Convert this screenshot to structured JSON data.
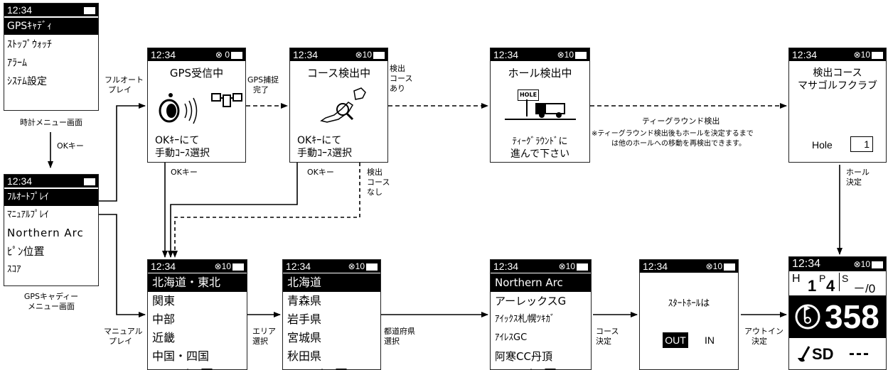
{
  "clock_menu": {
    "time": "12:34",
    "items": [
      "GPSｷｬﾃﾞｨ",
      "ｽﾄｯﾌﾟｳｫｯﾁ",
      "ｱﾗｰﾑ",
      "ｼｽﾃﾑ設定"
    ],
    "caption": "時計メニュー画面"
  },
  "caddy_menu": {
    "time": "12:34",
    "items": [
      "ﾌﾙｵｰﾄﾌﾟﾚｲ",
      "ﾏﾆｭｱﾙﾌﾟﾚｲ",
      "Northern Arc",
      "ﾋﾟﾝ位置",
      "ｽｺｱ"
    ],
    "caption_line1": "GPSキャディー",
    "caption_line2": "メニュー画面"
  },
  "gps_screen": {
    "time": "12:34",
    "status": "0",
    "title": "GPS受信中",
    "line1": "OKｷｰにて",
    "line2": "手動ｺｰｽ選択"
  },
  "course_detect_screen": {
    "time": "12:34",
    "status": "10",
    "title": "コース検出中",
    "line1": "OKｷｰにて",
    "line2": "手動ｺｰｽ選択"
  },
  "hole_detect_screen": {
    "time": "12:34",
    "status": "10",
    "title": "ホール検出中",
    "sign": "HOLE",
    "line1": "ﾃｨｰｸﾞﾗｳﾝﾄﾞに",
    "line2": "進んで下さい"
  },
  "detected_course_screen": {
    "time": "12:34",
    "status": "10",
    "title1": "検出コース",
    "title2": "マサゴルフクラブ",
    "hole_label": "Hole",
    "hole_value": "1"
  },
  "region_list": {
    "time": "12:34",
    "status": "10",
    "items": [
      "北海道・東北",
      "関東",
      "中部",
      "近畿",
      "中国・四国"
    ]
  },
  "pref_list": {
    "time": "12:34",
    "status": "10",
    "items": [
      "北海道",
      "青森県",
      "岩手県",
      "宮城県",
      "秋田県"
    ]
  },
  "course_list": {
    "time": "12:34",
    "status": "10",
    "items": [
      "Northern Arc",
      "アーレックスG",
      "ｱｲｯｸｽ札幌ﾂｷｶﾞ",
      "ｱｲﾚｽGC",
      "阿寒CC丹頂"
    ]
  },
  "start_hole_screen": {
    "time": "12:34",
    "status": "10",
    "prompt": "ｽﾀｰﾄﾎｰﾙは",
    "out_label": "OUT",
    "in_label": "IN"
  },
  "play_screen": {
    "time": "12:34",
    "status": "10",
    "h_label": "H",
    "hole_num": "1",
    "par_label": "P",
    "par_num": "4",
    "s_label": "S",
    "score": "－/0",
    "distance": "358",
    "club": "SD",
    "dash": "---"
  },
  "labels": {
    "full_auto_line1": "フルオート",
    "full_auto_line2": "プレイ",
    "ok_key": "OKキー",
    "gps_acquired_line1": "GPS捕捉",
    "gps_acquired_line2": "完了",
    "found_line1": "検出",
    "found_line2": "コース",
    "found_line3": "あり",
    "notfound_line1": "検出",
    "notfound_line2": "コース",
    "notfound_line3": "なし",
    "ok_key_gps": "OKキー",
    "ok_key_course": "OKキー",
    "tee_detect": "ティーグラウンド検出",
    "note_line1": "※ティーグラウンド検出後もホールを決定するまで",
    "note_line2": "は他のホールへの移動を再検出できます。",
    "hole_decide_line1": "ホール",
    "hole_decide_line2": "決定",
    "manual_line1": "マニュアル",
    "manual_line2": "プレイ",
    "area_line1": "エリア",
    "area_line2": "選択",
    "pref_line1": "都道府県",
    "pref_line2": "選択",
    "course_line1": "コース",
    "course_line2": "決定",
    "outin_line1": "アウトイン",
    "outin_line2": "決定"
  }
}
